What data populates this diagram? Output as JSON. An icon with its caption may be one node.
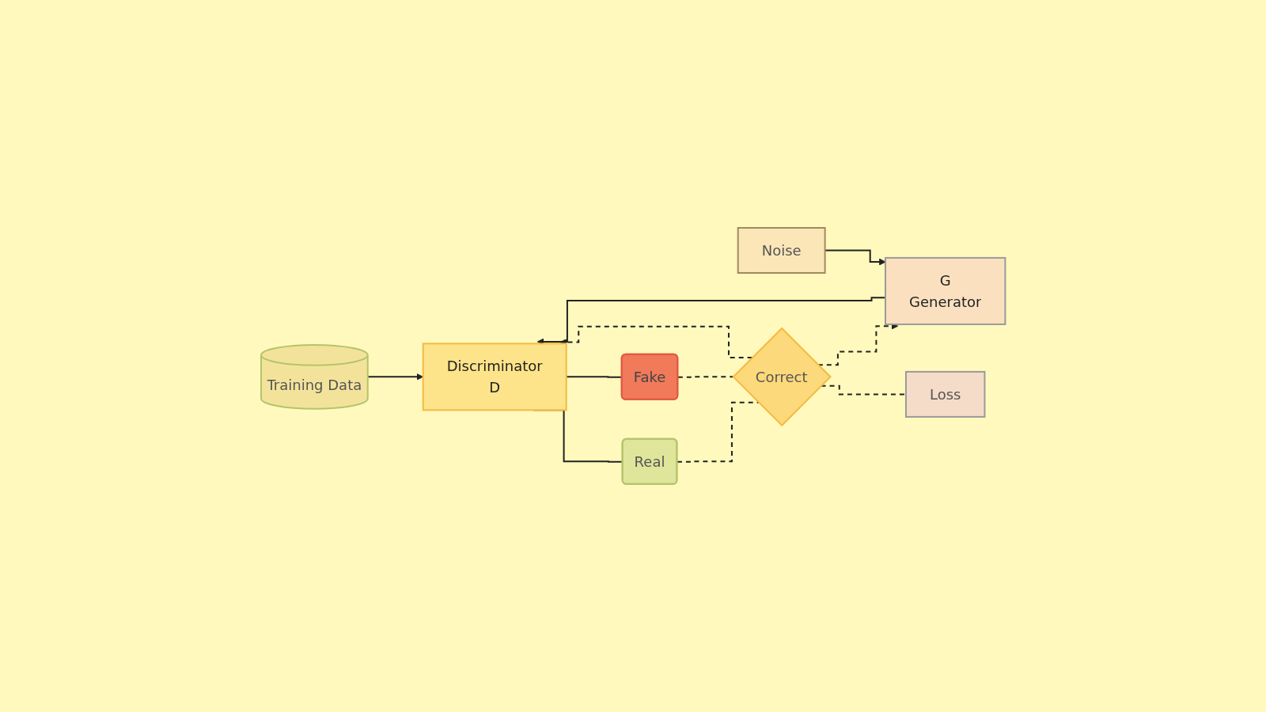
{
  "diagram": {
    "nodes": [
      {
        "text": [
          "Training Data"
        ]
      },
      {
        "text": [
          "Noise"
        ]
      },
      {
        "text": [
          "G",
          "Generator"
        ]
      },
      {
        "text": [
          "Discriminator",
          "D"
        ]
      },
      {
        "text": [
          "Real"
        ]
      },
      {
        "text": [
          "Fake"
        ]
      },
      {
        "text": [
          "Correct"
        ]
      },
      {
        "text": [
          "Loss"
        ]
      }
    ],
    "edges": [
      {
        "from": 1,
        "to": 2,
        "arrow": "to"
      },
      {
        "from": 0,
        "to": 3,
        "arrow": "to"
      },
      {
        "from": 2,
        "to": 3,
        "arrow": "to"
      },
      {
        "from": 3,
        "to": 4,
        "arrow": "none"
      },
      {
        "from": 3,
        "to": 5,
        "arrow": "none"
      },
      {
        "from": 4,
        "to": 6,
        "arrow": "none",
        "style": "dashed"
      },
      {
        "from": 5,
        "to": 6,
        "arrow": "none",
        "style": "dashed"
      },
      {
        "from": 6,
        "to": 7,
        "arrow": "none",
        "style": "dashed"
      },
      {
        "from": 6,
        "to": 3,
        "arrow": "to",
        "style": "dashed"
      },
      {
        "from": 6,
        "to": 2,
        "arrow": "to",
        "style": "dashed"
      }
    ]
  }
}
